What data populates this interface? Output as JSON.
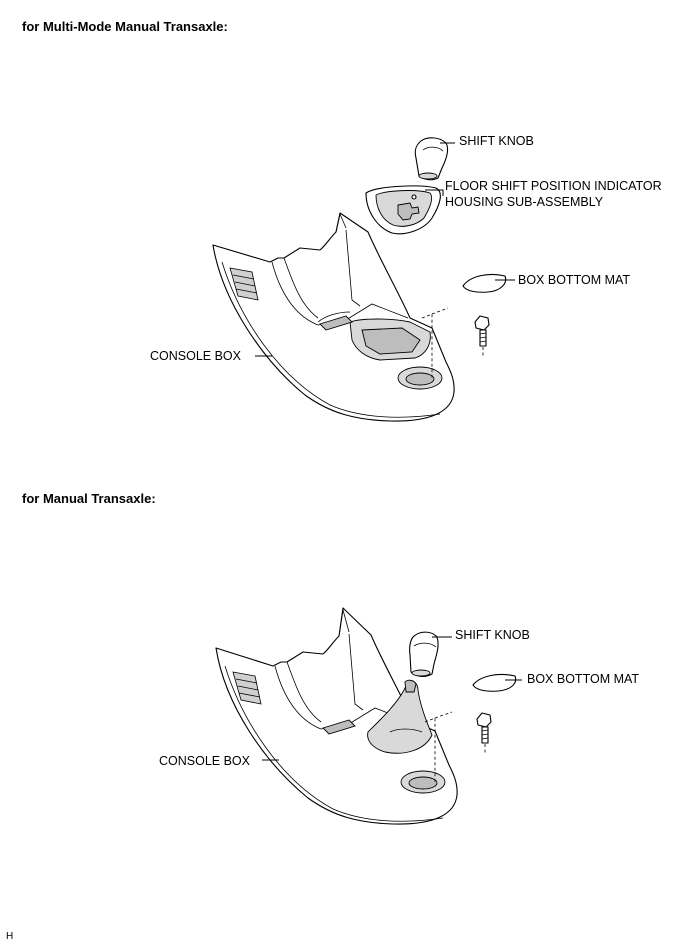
{
  "sections": [
    {
      "heading": "for Multi-Mode Manual Transaxle:",
      "labels": {
        "shift_knob": "SHIFT KNOB",
        "indicator_line1": "FLOOR SHIFT POSITION INDICATOR",
        "indicator_line2": "HOUSING SUB-ASSEMBLY",
        "box_bottom_mat": "BOX BOTTOM MAT",
        "console_box": "CONSOLE BOX"
      }
    },
    {
      "heading": "for Manual Transaxle:",
      "labels": {
        "shift_knob": "SHIFT KNOB",
        "box_bottom_mat": "BOX BOTTOM MAT",
        "console_box": "CONSOLE BOX"
      }
    }
  ],
  "figure_ref": "H"
}
